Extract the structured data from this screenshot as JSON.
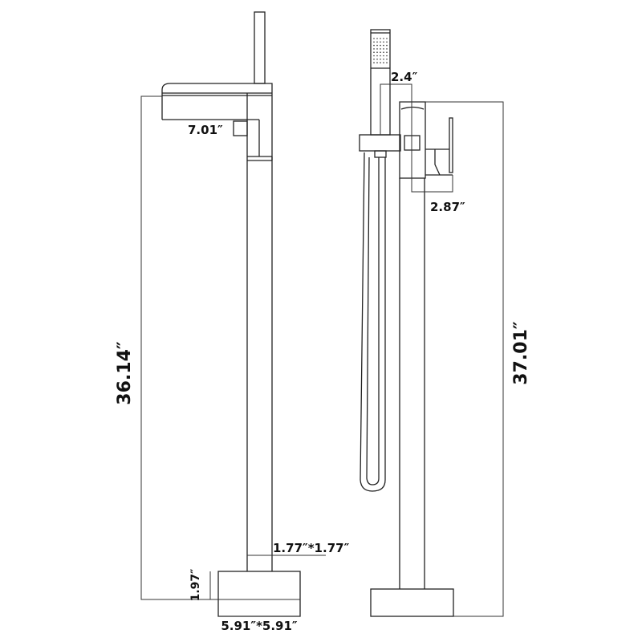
{
  "title": "Freestanding tub faucet dimension drawing",
  "dimensions": {
    "spout_reach": "7.01″",
    "total_height_left": "36.14″",
    "pipe_size": "1.77″*1.77″",
    "base_height": "1.97″",
    "base_size": "5.91″*5.91″",
    "handshower_offset": "2.4″",
    "handle_depth": "2.87″",
    "total_height_right": "37.01″"
  },
  "colors": {
    "line": "#222222",
    "background": "#ffffff"
  }
}
